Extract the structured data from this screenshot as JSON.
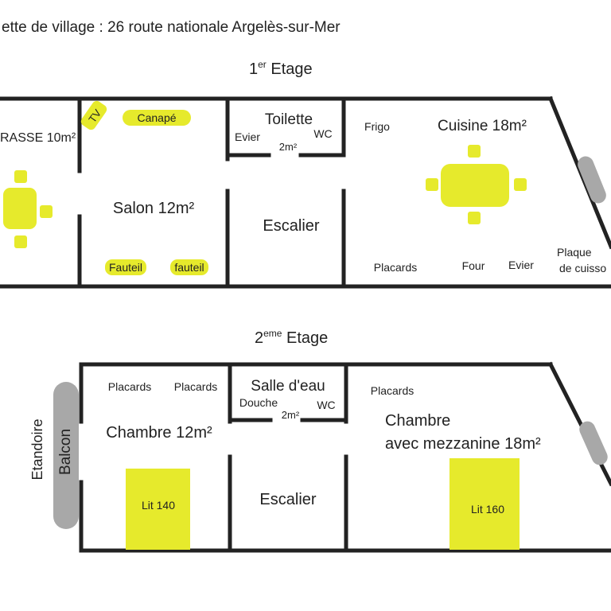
{
  "header": {
    "title": "ette de village : 26 route nationale Argelès-sur-Mer"
  },
  "floor1": {
    "title_main": "1",
    "title_sup": "er",
    "title_rest": " Etage",
    "terrasse": "RASSE 10m²",
    "tv": "TV",
    "canape": "Canapé",
    "salon": "Salon 12m²",
    "fauteuil1": "Fauteil",
    "fauteuil2": "fauteil",
    "toilette": "Toilette",
    "evier_wc": "Evier",
    "wc": "WC",
    "wc_area": "2m²",
    "escalier": "Escalier",
    "frigo": "Frigo",
    "cuisine": "Cuisine 18m²",
    "placards": "Placards",
    "four": "Four",
    "evier": "Evier",
    "plaque1": "Plaque",
    "plaque2": "de cuisso"
  },
  "floor2": {
    "title_main": "2",
    "title_sup": "eme",
    "title_rest": " Etage",
    "etandoire": "Etandoire",
    "balcon": "Balcon",
    "placards1": "Placards",
    "placards2": "Placards",
    "chambre1": "Chambre 12m²",
    "lit140": "Lit 140",
    "salle_eau": "Salle d'eau",
    "douche": "Douche",
    "wc": "WC",
    "sde_area": "2m²",
    "escalier": "Escalier",
    "placards3": "Placards",
    "chambre2_l1": "Chambre",
    "chambre2_l2": "avec mezzanine 18m²",
    "lit160": "Lit 160"
  },
  "colors": {
    "furniture": "#e6ea2c",
    "window": "#a8a8a8",
    "wall": "#222222"
  }
}
